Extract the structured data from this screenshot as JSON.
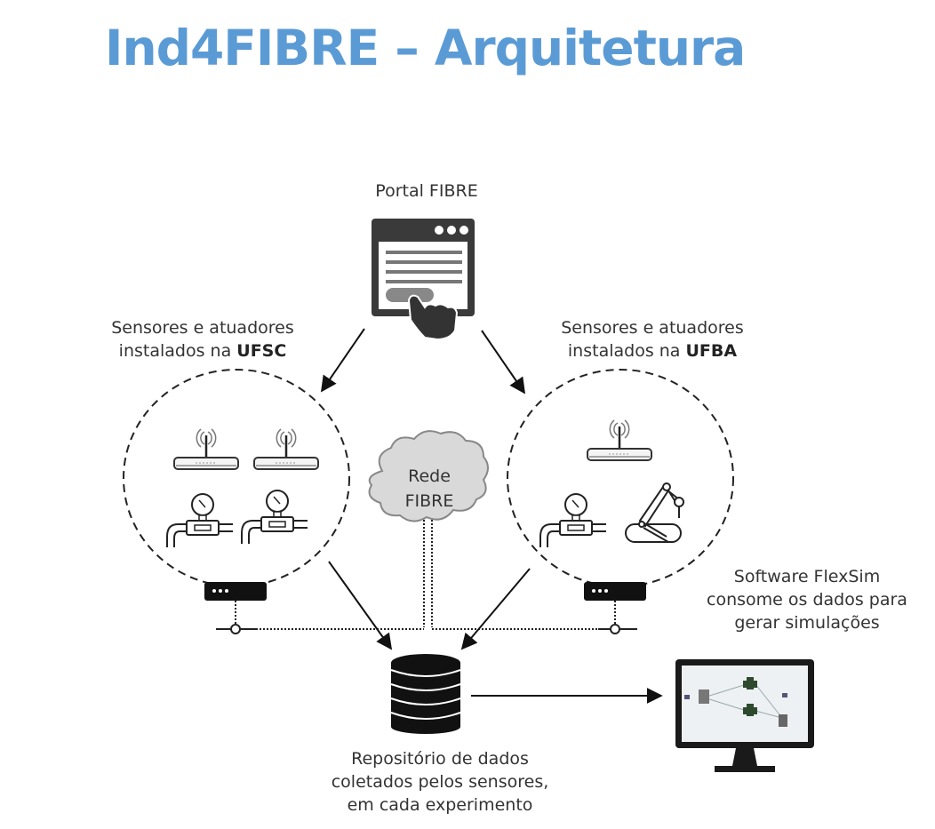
{
  "title": "Ind4FIBRE – Arquitetura",
  "colors": {
    "title": "#5b9bd5",
    "text": "#333333",
    "icon": "#222222",
    "cloud_fill": "#d9d9d9"
  },
  "nodes": {
    "portal": {
      "label": "Portal FIBRE",
      "icon": "browser-click-icon"
    },
    "ufsc": {
      "label_line1": "Sensores e atuadores",
      "label_line2_prefix": "instalados na ",
      "label_line2_bold": "UFSC",
      "devices": [
        "wifi-router-icon",
        "wifi-router-icon",
        "pressure-gauge-icon",
        "pressure-gauge-icon"
      ],
      "gateway": "gateway-icon"
    },
    "ufba": {
      "label_line1": "Sensores e atuadores",
      "label_line2_prefix": "instalados na ",
      "label_line2_bold": "UFBA",
      "devices": [
        "wifi-router-icon",
        "pressure-gauge-icon",
        "robot-arm-icon"
      ],
      "gateway": "gateway-icon"
    },
    "network": {
      "line1": "Rede",
      "line2": "FIBRE",
      "icon": "cloud-icon"
    },
    "repository": {
      "line1": "Repositório de dados",
      "line2": "coletados pelos sensores,",
      "line3": "em cada experimento",
      "icon": "database-icon"
    },
    "flexsim": {
      "line1": "Software FlexSim",
      "line2": "consome os dados para",
      "line3": "gerar simulações",
      "icon": "monitor-icon"
    }
  },
  "edges": [
    {
      "from": "portal",
      "to": "ufsc",
      "style": "arrow"
    },
    {
      "from": "portal",
      "to": "ufba",
      "style": "arrow"
    },
    {
      "from": "ufsc",
      "to": "repository",
      "style": "arrow"
    },
    {
      "from": "ufba",
      "to": "repository",
      "style": "arrow"
    },
    {
      "from": "repository",
      "to": "flexsim",
      "style": "arrow"
    },
    {
      "from": "ufsc",
      "to": "network",
      "style": "dotted-bus"
    },
    {
      "from": "ufba",
      "to": "network",
      "style": "dotted-bus"
    }
  ]
}
